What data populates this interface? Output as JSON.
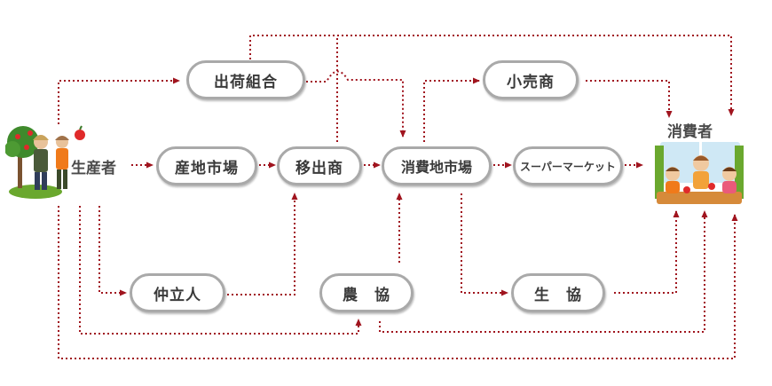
{
  "labels": {
    "producer": "生産者",
    "consumer": "消費者"
  },
  "nodes": {
    "shipping_union": "出荷組合",
    "origin_market": "産地市場",
    "shipping_merchant": "移出商",
    "consumer_market": "消費地市場",
    "supermarket": "スーパーマーケット",
    "retailer": "小売商",
    "broker": "仲立人",
    "agri_coop": "農　協",
    "consumer_coop": "生　協"
  },
  "colors": {
    "flow_line": "#a0141e",
    "node_border": "#a9a9a9",
    "node_text": "#3a3a3a"
  }
}
